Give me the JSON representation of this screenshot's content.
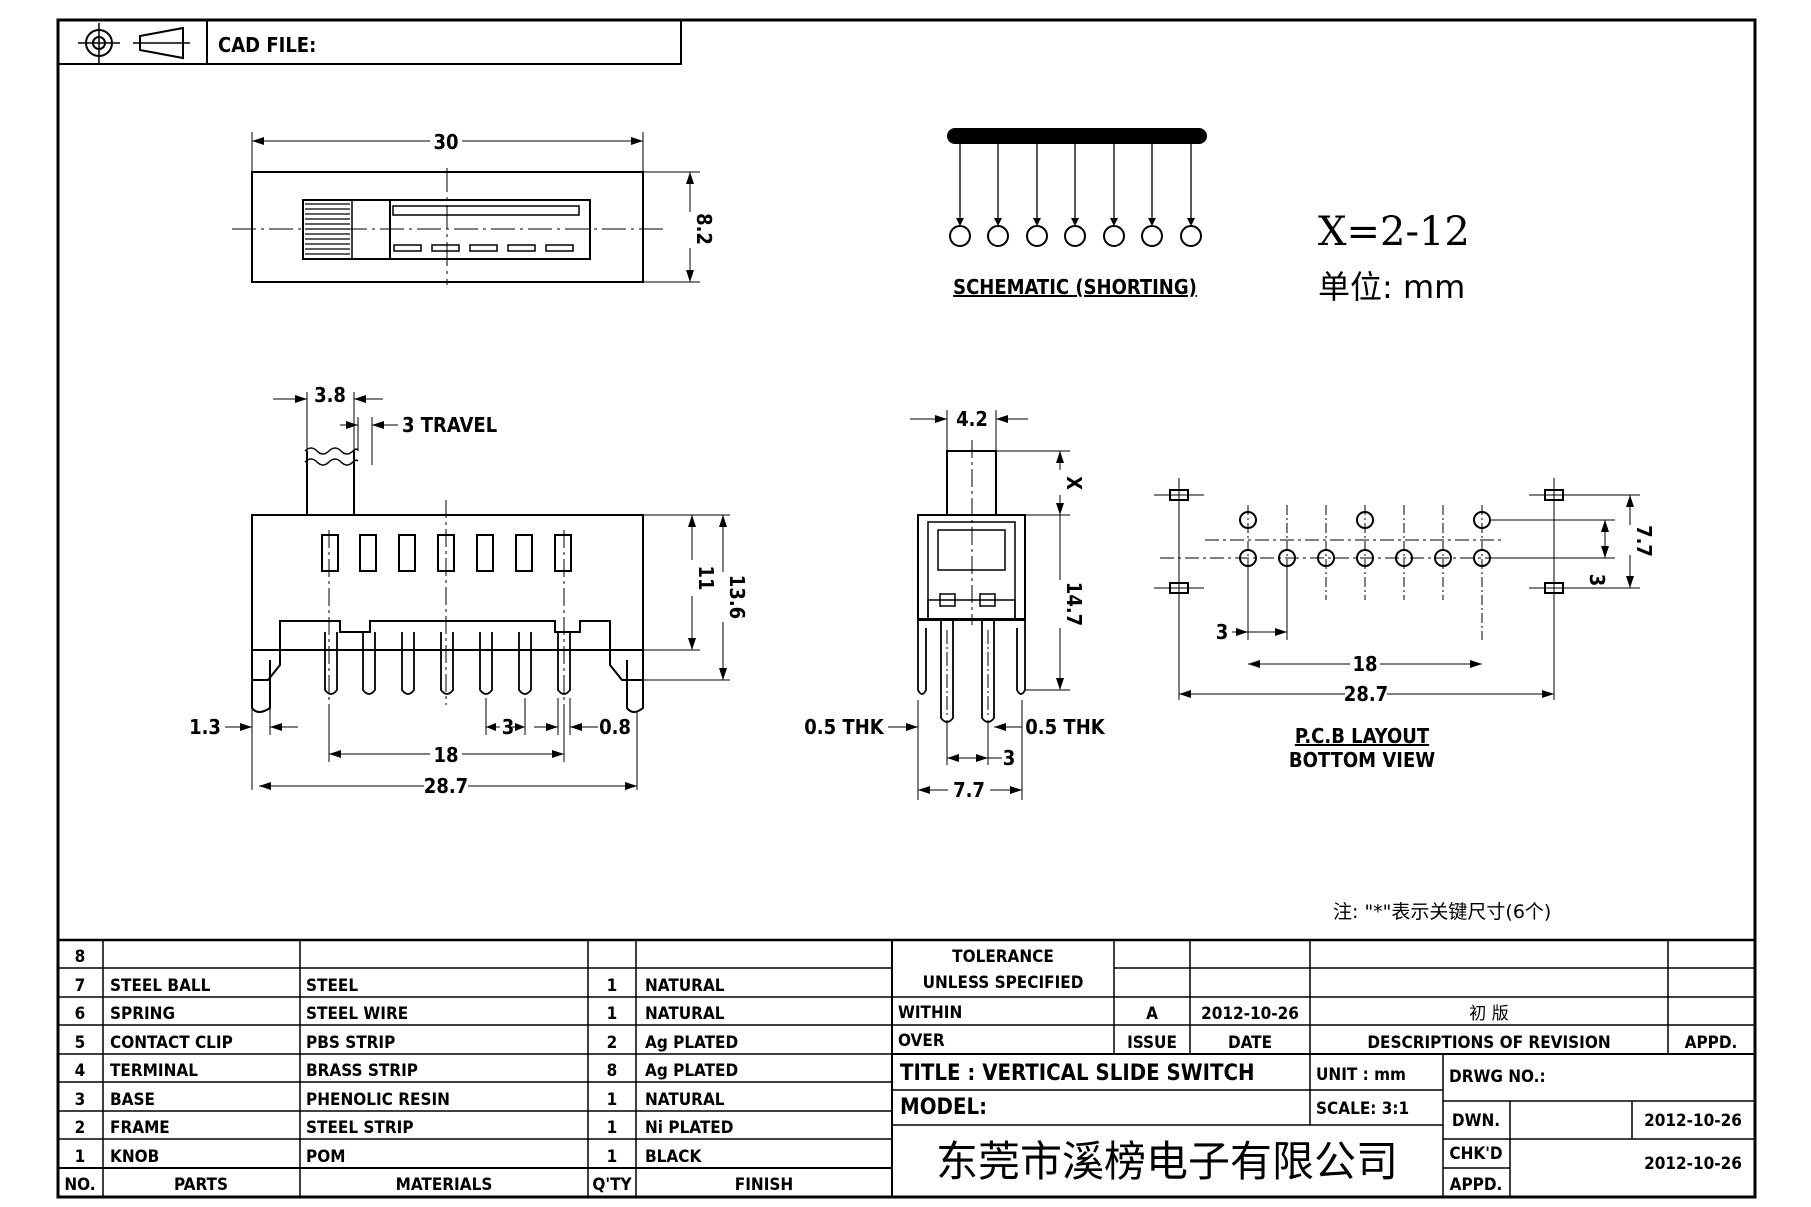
{
  "header": {
    "cad_file_label": "CAD FILE:"
  },
  "top_view": {
    "width_dim": "30",
    "height_dim": "8.2"
  },
  "schematic": {
    "label": "SCHEMATIC (SHORTING)"
  },
  "spec": {
    "x_range": "X=2-12",
    "unit_label": "单位: mm"
  },
  "front_view": {
    "dim_38": "3.8",
    "travel": "3 TRAVEL",
    "dim_11": "11",
    "dim_136": "13.6",
    "dim_13": "1.3",
    "dim_18": "18",
    "dim_3": "3",
    "dim_08": "0.8",
    "dim_287": "28.7"
  },
  "side_view": {
    "dim_42": "4.2",
    "dim_x": "X",
    "dim_147": "14.7",
    "thk_left": "0.5 THK",
    "thk_right": "0.5 THK",
    "dim_3": "3",
    "dim_77": "7.7"
  },
  "pcb": {
    "dim_77": "7.7",
    "dim_3_right": "3",
    "dim_3_left": "3",
    "dim_18": "18",
    "dim_287": "28.7",
    "title_line1": "P.C.B LAYOUT",
    "title_line2": "BOTTOM VIEW"
  },
  "note": "注: \"*\"表示关键尺寸(6个)",
  "bom": {
    "rows": [
      {
        "no": "8",
        "part": "",
        "material": "",
        "qty": "",
        "finish": ""
      },
      {
        "no": "7",
        "part": "STEEL BALL",
        "material": "STEEL",
        "qty": "1",
        "finish": "NATURAL"
      },
      {
        "no": "6",
        "part": "SPRING",
        "material": "STEEL WIRE",
        "qty": "1",
        "finish": "NATURAL"
      },
      {
        "no": "5",
        "part": "CONTACT CLIP",
        "material": "PBS STRIP",
        "qty": "2",
        "finish": "Ag PLATED"
      },
      {
        "no": "4",
        "part": "TERMINAL",
        "material": "BRASS STRIP",
        "qty": "8",
        "finish": "Ag PLATED"
      },
      {
        "no": "3",
        "part": "BASE",
        "material": "PHENOLIC RESIN",
        "qty": "1",
        "finish": "NATURAL"
      },
      {
        "no": "2",
        "part": "FRAME",
        "material": "STEEL STRIP",
        "qty": "1",
        "finish": "Ni PLATED"
      },
      {
        "no": "1",
        "part": "KNOB",
        "material": "POM",
        "qty": "1",
        "finish": "BLACK"
      }
    ],
    "headers": {
      "no": "NO.",
      "part": "PARTS",
      "material": "MATERIALS",
      "qty": "Q'TY",
      "finish": "FINISH"
    }
  },
  "tolerance": {
    "line1": "TOLERANCE",
    "line2": "UNLESS  SPECIFIED",
    "within": "WITHIN",
    "over": "OVER"
  },
  "revision": {
    "issue_value": "A",
    "date_value": "2012-10-26",
    "desc_value": "初 版",
    "issue_label": "ISSUE",
    "date_label": "DATE",
    "desc_label": "DESCRIPTIONS OF REVISION",
    "appd_label": "APPD."
  },
  "title_block": {
    "title": "TITLE :  VERTICAL SLIDE SWITCH",
    "unit": "UNIT :  mm",
    "drwg_no": "DRWG NO.:",
    "model": "MODEL:",
    "scale": "SCALE:  3:1",
    "dwn_label": "DWN.",
    "dwn_date": "2012-10-26",
    "chkd_label": "CHK'D",
    "chkd_date": "2012-10-26",
    "appd_label": "APPD.",
    "company": "东莞市溪榜电子有限公司"
  }
}
